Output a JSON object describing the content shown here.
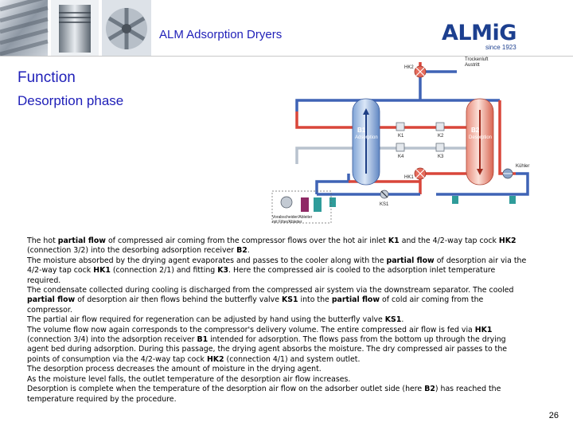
{
  "header": {
    "title": "ALM Adsorption Dryers",
    "brand": "ALMiG",
    "brand_tagline": "since 1923"
  },
  "headings": {
    "h1": "Function",
    "h2": "Desorption phase"
  },
  "diagram": {
    "labels": {
      "b1": "B1",
      "b1_sub": "Adsorption",
      "b2": "B2",
      "b2_sub": "Desorption",
      "hk2": "HK2",
      "hk1": "HK1",
      "k1": "K1",
      "k2": "K2",
      "k3": "K3",
      "k4": "K4",
      "ks1": "KS1",
      "kuhler": "Kühler",
      "outlet_1": "Trockenluft",
      "outlet_2": "Austritt",
      "sep_1": "Vorabscheider/Ableiter",
      "sep_2": "mit Filter/Ableiter"
    }
  },
  "paragraphs": [
    [
      {
        "t": "The hot "
      },
      {
        "t": "partial flow",
        "b": true
      },
      {
        "t": " of compressed air coming from the compressor flows over the hot air inlet "
      },
      {
        "t": "K1",
        "b": true
      },
      {
        "t": " and the 4/2-way tap cock "
      },
      {
        "t": "HK2",
        "b": true
      },
      {
        "t": " (connection 3/2) into the desorbing adsorption receiver "
      },
      {
        "t": "B2",
        "b": true
      },
      {
        "t": "."
      }
    ],
    [
      {
        "t": "The moisture absorbed by the drying agent evaporates and passes to the cooler along with the "
      },
      {
        "t": "partial flow",
        "b": true
      },
      {
        "t": " of desorption air via the 4/2-way tap cock "
      },
      {
        "t": "HK1",
        "b": true
      },
      {
        "t": " (connection 2/1) and fitting "
      },
      {
        "t": "K3",
        "b": true
      },
      {
        "t": ". Here the compressed air is cooled to the adsorption inlet temperature required."
      }
    ],
    [
      {
        "t": "The condensate collected during cooling is discharged from the compressed air system via the downstream separator. The cooled "
      },
      {
        "t": "partial flow",
        "b": true
      },
      {
        "t": " of desorption air then flows behind the butterfly valve "
      },
      {
        "t": "KS1",
        "b": true
      },
      {
        "t": " into the "
      },
      {
        "t": "partial flow",
        "b": true
      },
      {
        "t": " of cold air coming from the compressor."
      }
    ],
    [
      {
        "t": "The partial air flow required for regeneration can be adjusted by hand using the butterfly valve "
      },
      {
        "t": "KS1",
        "b": true
      },
      {
        "t": "."
      }
    ],
    [
      {
        "t": "The volume flow now again corresponds to the compressor's delivery volume. The entire compressed air flow is fed via "
      },
      {
        "t": "HK1",
        "b": true
      },
      {
        "t": " (connection 3/4) into the adsorption receiver "
      },
      {
        "t": "B1",
        "b": true
      },
      {
        "t": " intended for adsorption. The flows pass from the bottom up through the drying agent bed during adsorption. During this passage, the drying agent absorbs the moisture. The dry compressed air passes to the points of consumption via the 4/2-way tap cock "
      },
      {
        "t": "HK2",
        "b": true
      },
      {
        "t": " (connection 4/1) and system outlet."
      }
    ],
    [
      {
        "t": "The desorption process decreases the amount of moisture in the drying agent."
      }
    ],
    [
      {
        "t": "As the moisture level falls, the outlet temperature of the desorption air flow increases."
      }
    ],
    [
      {
        "t": "Desorption is complete when the temperature of the desorption air flow on the adsorber outlet side (here "
      },
      {
        "t": "B2",
        "b": true
      },
      {
        "t": ") has reached the temperature required by the procedure."
      }
    ]
  ],
  "page_number": "26"
}
